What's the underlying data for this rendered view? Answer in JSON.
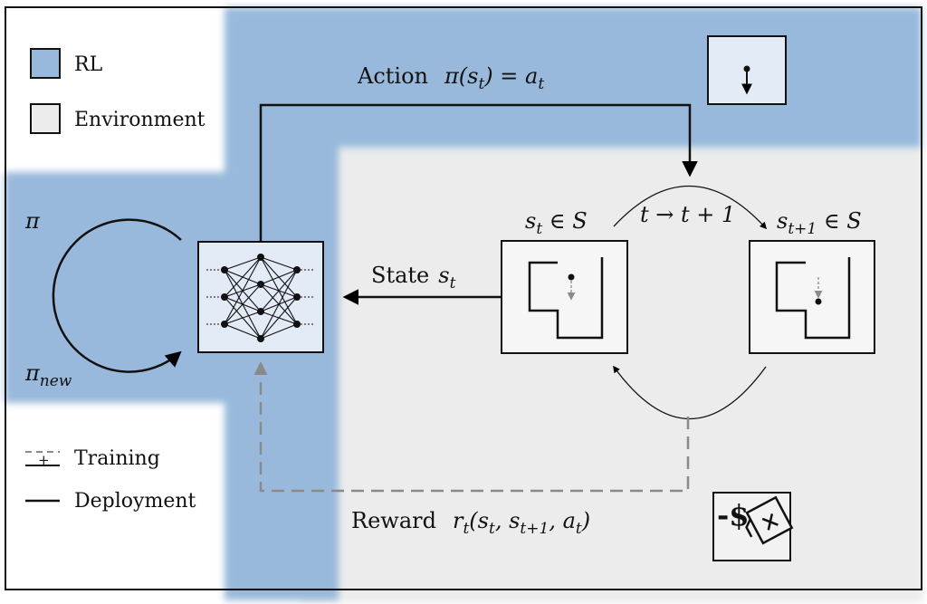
{
  "legend": {
    "rl_label": "RL",
    "environment_label": "Environment",
    "training_label": "Training",
    "deployment_label": "Deployment",
    "training_plus": "+"
  },
  "labels": {
    "action_word": "Action",
    "action_math": "π(s",
    "action_sub": "t",
    "action_rest": ") = a",
    "action_sub2": "t",
    "state_word": "State",
    "state_math": "s",
    "state_sub": "t",
    "reward_word": "Reward",
    "reward_math": "r",
    "reward_sub": "t",
    "reward_rest": "(s",
    "reward_sub2": "t",
    "reward_rest2": ", s",
    "reward_sub3": "t+1",
    "reward_rest3": ", a",
    "reward_sub4": "t",
    "reward_end": ")",
    "transition": "t → t + 1",
    "st_math": "s",
    "st_sub": "t",
    "st_rest": " ∈ S",
    "st1_math": "s",
    "st1_sub": "t+1",
    "st1_rest": " ∈ S",
    "pi": "π",
    "pi_new": "π",
    "pi_new_sub": "new",
    "cost_symbol": "-$"
  },
  "colors": {
    "rl_blue": "#98b9dc",
    "environment_gray": "#ececec",
    "nn_box": "#e2ebf6",
    "training_dash": "#8a8a8a"
  }
}
